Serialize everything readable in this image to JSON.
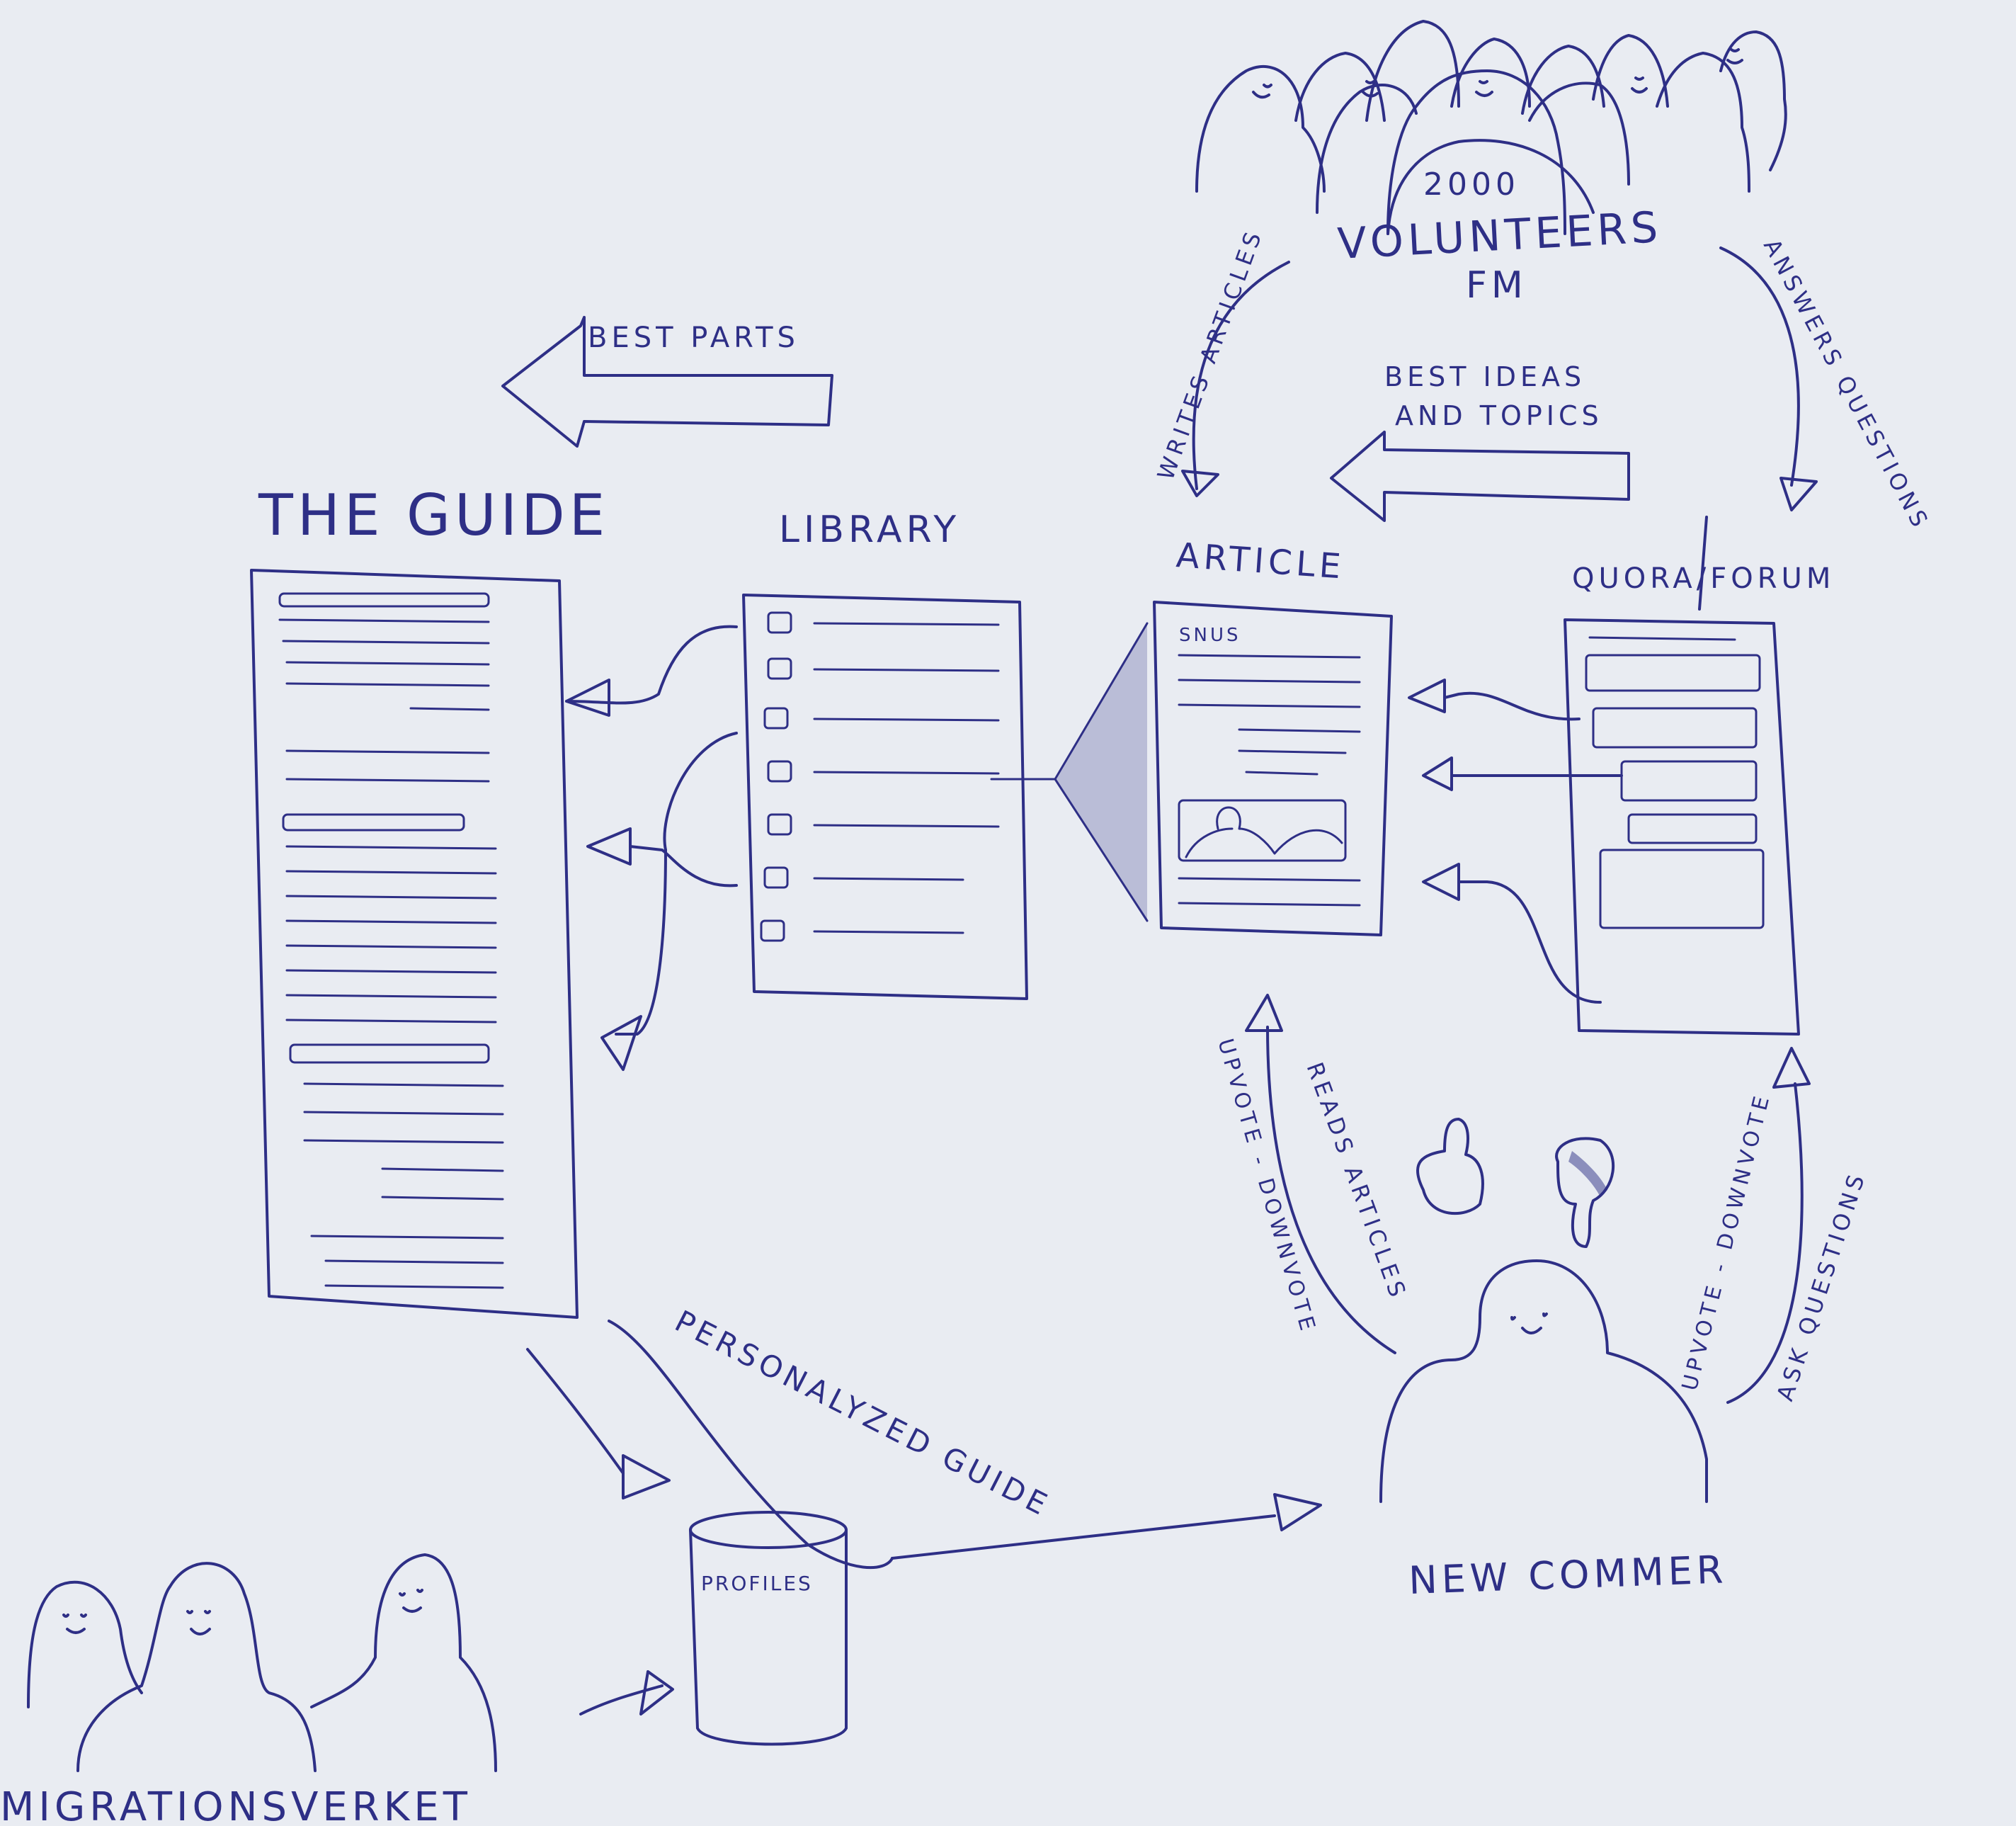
{
  "labels": {
    "the_guide": "THE GUIDE",
    "library": "LIBRARY",
    "article": "ARTICLE",
    "quora_forum": "QUORA/FORUM",
    "best_parts": "BEST PARTS",
    "best_ideas_line1": "BEST IDEAS",
    "best_ideas_line2": "AND TOPICS",
    "volunteers_count": "2000",
    "volunteers_line1": "VOLUNTEERS",
    "volunteers_line2": "FM",
    "writes_articles": "WRITES ARTICLES",
    "answers_questions": "ANSWERS QUESTIONS",
    "reads_articles": "READS ARTICLES",
    "upvote_downvote_left": "UPVOTE - DOWNVOTE",
    "upvote_downvote_right": "UPVOTE - DOWNVOTE",
    "ask_questions": "ASK QUESTIONS",
    "personalized_guide": "PERSONALYZED GUIDE",
    "new_commer": "NEW COMMER",
    "profiles": "PROFILES",
    "migrationsverket": "MIGRATIONSVERKET",
    "snus": "SNUS"
  },
  "icons": {
    "thumbs_up": "thumbs-up-icon",
    "thumbs_down": "thumbs-down-icon"
  },
  "colors": {
    "ink": "#2e2f86",
    "paper": "#e9ecf2"
  }
}
